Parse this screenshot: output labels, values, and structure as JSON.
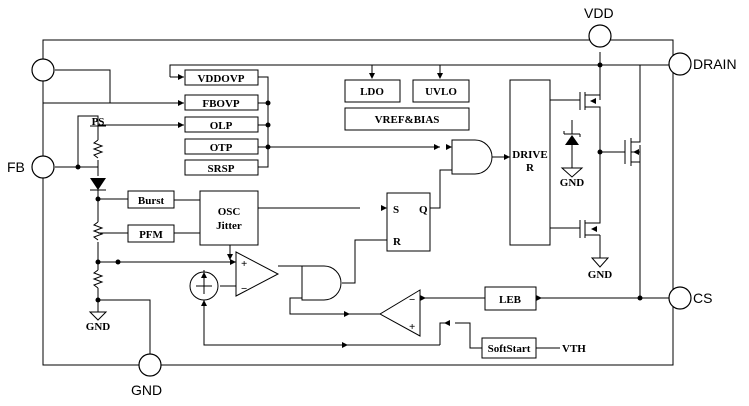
{
  "pins": {
    "vdd": "VDD",
    "drain": "DRAIN",
    "fb": "FB",
    "cs": "CS",
    "gnd": "GND"
  },
  "protection_blocks": {
    "vddovp": "VDDOVP",
    "fbovp": "FBOVP",
    "olp": "OLP",
    "otp": "OTP",
    "srsp": "SRSP"
  },
  "blocks": {
    "ldo": "LDO",
    "uvlo": "UVLO",
    "vref_bias": "VREF&BIAS",
    "driver_line1": "DRIVE",
    "driver_line2": "R",
    "burst": "Burst",
    "pfm": "PFM",
    "osc_line1": "OSC",
    "osc_line2": "Jitter",
    "leb": "LEB",
    "softstart": "SoftStart",
    "vth": "VTH",
    "ps": "PS",
    "gnd_symbol": "GND"
  },
  "latch": {
    "set": "S",
    "reset": "R",
    "q": "Q"
  },
  "comparator_signs": {
    "plus": "+",
    "minus": "−"
  }
}
